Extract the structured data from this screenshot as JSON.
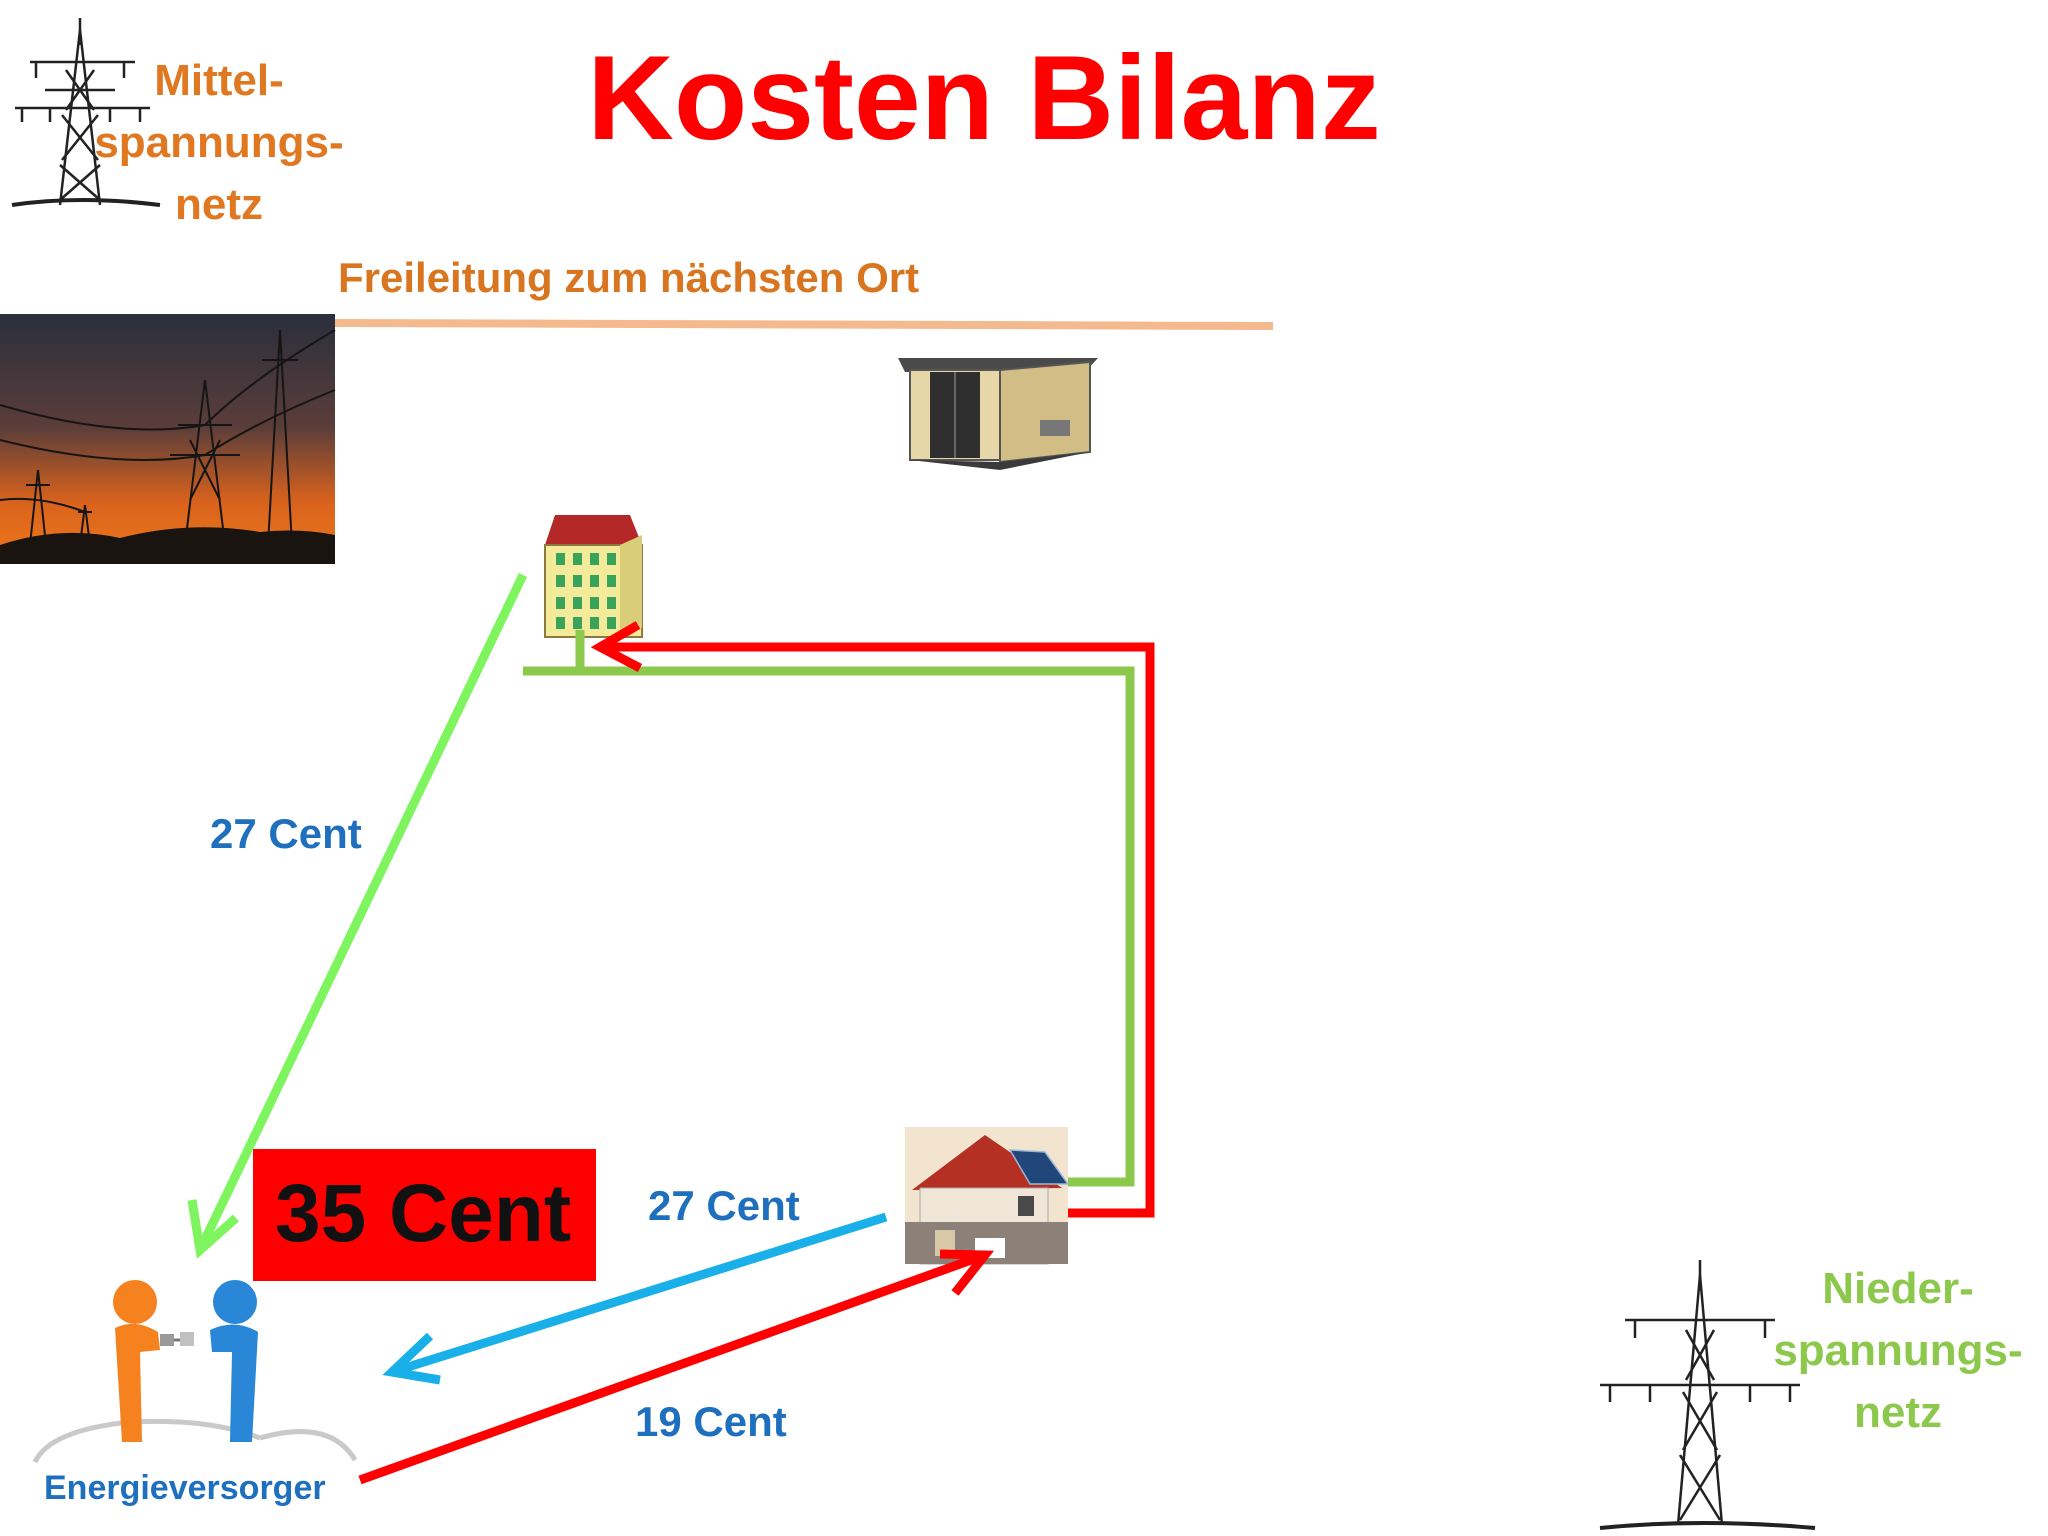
{
  "title": "Kosten Bilanz",
  "mittelspannung": {
    "line1": "Mittel-",
    "line2": "spannungs-",
    "line3": "netz"
  },
  "niederspannung": {
    "line1": "Nieder-",
    "line2": "spannungs-",
    "line3": "netz"
  },
  "overhead_line_label": "Freileitung zum nächsten Ort",
  "costs": {
    "building_to_supplier": "27 Cent",
    "house_to_supplier": "27 Cent",
    "supplier_to_house": "19 Cent",
    "total": "35 Cent"
  },
  "supplier_label": "Energieversorger",
  "colors": {
    "title": "#ff0000",
    "mittel_text": "#e07822",
    "nieder_text": "#8cc84b",
    "cost_text": "#1f6fbf",
    "green_line": "#8cc84b",
    "light_green_arrow": "#7ef55e",
    "red_line": "#ff0000",
    "blue_arrow": "#19b0ea",
    "overhead_line": "#f5b98e"
  },
  "icons": [
    "power-pylon-icon",
    "sunset-pylons-image",
    "transformer-station-icon",
    "apartment-building-icon",
    "solar-house-icon",
    "plug-people-icon"
  ]
}
